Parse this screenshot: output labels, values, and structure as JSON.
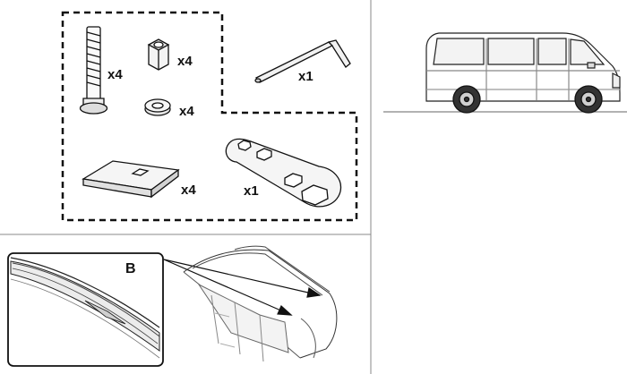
{
  "kit": {
    "bolt": {
      "qty": "x4",
      "icon": "carriage-bolt-icon"
    },
    "nut": {
      "qty": "x4",
      "icon": "hex-nut-icon"
    },
    "washer": {
      "qty": "x4",
      "icon": "flat-washer-icon"
    },
    "hex_key": {
      "qty": "x1",
      "icon": "allen-key-icon"
    },
    "plate": {
      "qty": "x4",
      "icon": "square-hole-plate-icon"
    },
    "wrench": {
      "qty": "x1",
      "icon": "multi-hex-wrench-icon"
    }
  },
  "detail": {
    "label": "B"
  },
  "colors": {
    "line": "#111111",
    "panel_fill": "#f2f2f2",
    "rule": "#777777"
  }
}
